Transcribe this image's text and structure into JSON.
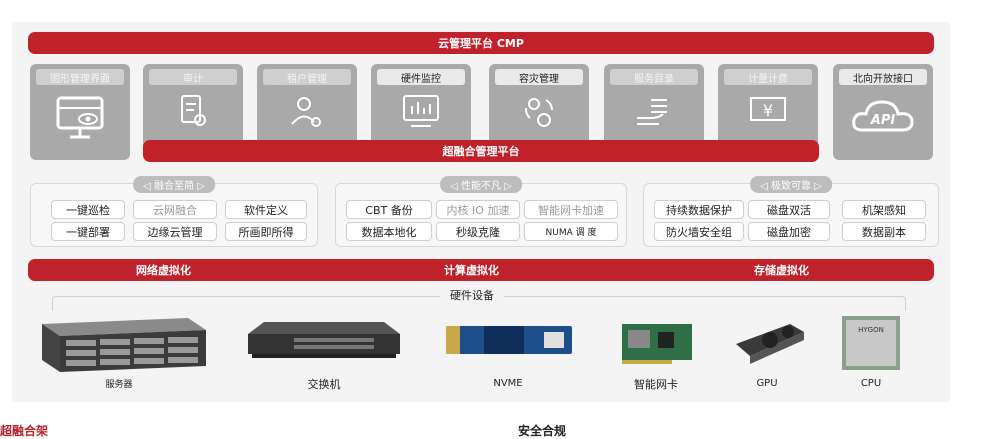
{
  "top_bar": "云管理平台 CMP",
  "modules": [
    {
      "label": "图形管理界面",
      "icon": "monitor-eye-icon",
      "label_faded": true
    },
    {
      "label": "审计",
      "icon": "document-gear-icon",
      "label_faded": true
    },
    {
      "label": "租户管理",
      "icon": "users-gear-icon",
      "label_faded": true
    },
    {
      "label": "硬件监控",
      "icon": "monitor-chart-icon",
      "label_faded": false
    },
    {
      "label": "容灾管理",
      "icon": "recycle-gear-icon",
      "label_faded": false
    },
    {
      "label": "服务目录",
      "icon": "hand-list-icon",
      "label_faded": true
    },
    {
      "label": "计量计费",
      "icon": "yen-icon",
      "label_faded": true
    },
    {
      "label": "北向开放接口",
      "icon": "api-cloud-icon",
      "label_faded": false
    }
  ],
  "hci_bar": "超融合管理平台",
  "groups": [
    {
      "title": "◁ 融合至简 ▷",
      "items": [
        {
          "label": "一键巡检",
          "faded": false
        },
        {
          "label": "云网融合",
          "faded": true
        },
        {
          "label": "软件定义",
          "faded": false
        },
        {
          "label": "一键部署",
          "faded": false
        },
        {
          "label": "边缘云管理",
          "faded": false
        },
        {
          "label": "所画即所得",
          "faded": false
        }
      ]
    },
    {
      "title": "◁ 性能不凡 ▷",
      "items": [
        {
          "label": "CBT 备份",
          "faded": false
        },
        {
          "label": "内核 IO 加速",
          "faded": true
        },
        {
          "label": "智能网卡加速",
          "faded": true
        },
        {
          "label": "数据本地化",
          "faded": false
        },
        {
          "label": "秒级克隆",
          "faded": false
        },
        {
          "label": "NUMA 调 度",
          "faded": false
        }
      ]
    },
    {
      "title": "◁ 极致可靠 ▷",
      "items": [
        {
          "label": "持续数据保护",
          "faded": false
        },
        {
          "label": "磁盘双活",
          "faded": false
        },
        {
          "label": "机架感知",
          "faded": false
        },
        {
          "label": "防火墙安全组",
          "faded": false
        },
        {
          "label": "磁盘加密",
          "faded": false
        },
        {
          "label": "数据副本",
          "faded": false
        }
      ]
    }
  ],
  "virt_bar": [
    "网络虚拟化",
    "计算虚拟化",
    "存储虚拟化"
  ],
  "hardware_title": "硬件设备",
  "hardware": [
    {
      "label": "服务器",
      "icon": "server-icon"
    },
    {
      "label": "交换机",
      "icon": "switch-icon"
    },
    {
      "label": "NVME",
      "icon": "nvme-icon"
    },
    {
      "label": "智能网卡",
      "icon": "smart-nic-icon"
    },
    {
      "label": "GPU",
      "icon": "gpu-icon"
    },
    {
      "label": "CPU",
      "icon": "cpu-icon"
    }
  ],
  "cpu_chip_text": "HYGON",
  "bottom_left": "超融合架",
  "bottom_center": "安全合规",
  "colors": {
    "accent": "#c0222c",
    "module": "#a9a9a9"
  }
}
